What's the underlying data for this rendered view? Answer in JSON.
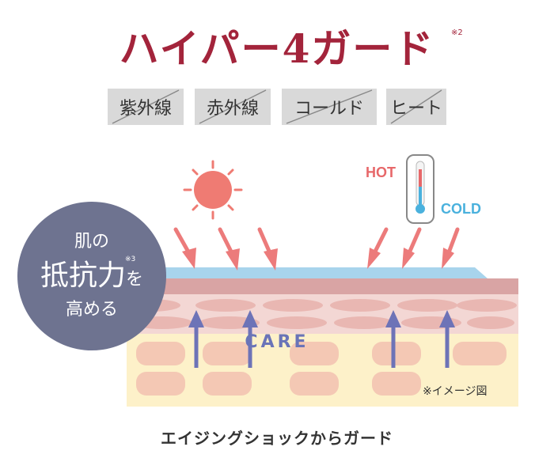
{
  "title": "ハイパー4ガード",
  "title_note": "※2",
  "tags": [
    "紫外線",
    "赤外線",
    "コールド",
    "ヒート"
  ],
  "circle": {
    "line1": "肌の",
    "line2_main": "抵抗力",
    "line2_particle": "を",
    "line2_note": "※3",
    "line3": "高める"
  },
  "labels": {
    "hot": "HOT",
    "cold": "COLD",
    "care": "CARE"
  },
  "note": "※イメージ図",
  "caption": "エイジングショックからガード",
  "colors": {
    "title": "#a3243b",
    "arrow_down": "#ec7b7b",
    "arrow_up": "#6d73b7",
    "sun": "#ef7b73",
    "hot": "#e7686a",
    "cold": "#4ab1dd",
    "circle": "#6e7390",
    "shield": "#a8d4ec"
  }
}
